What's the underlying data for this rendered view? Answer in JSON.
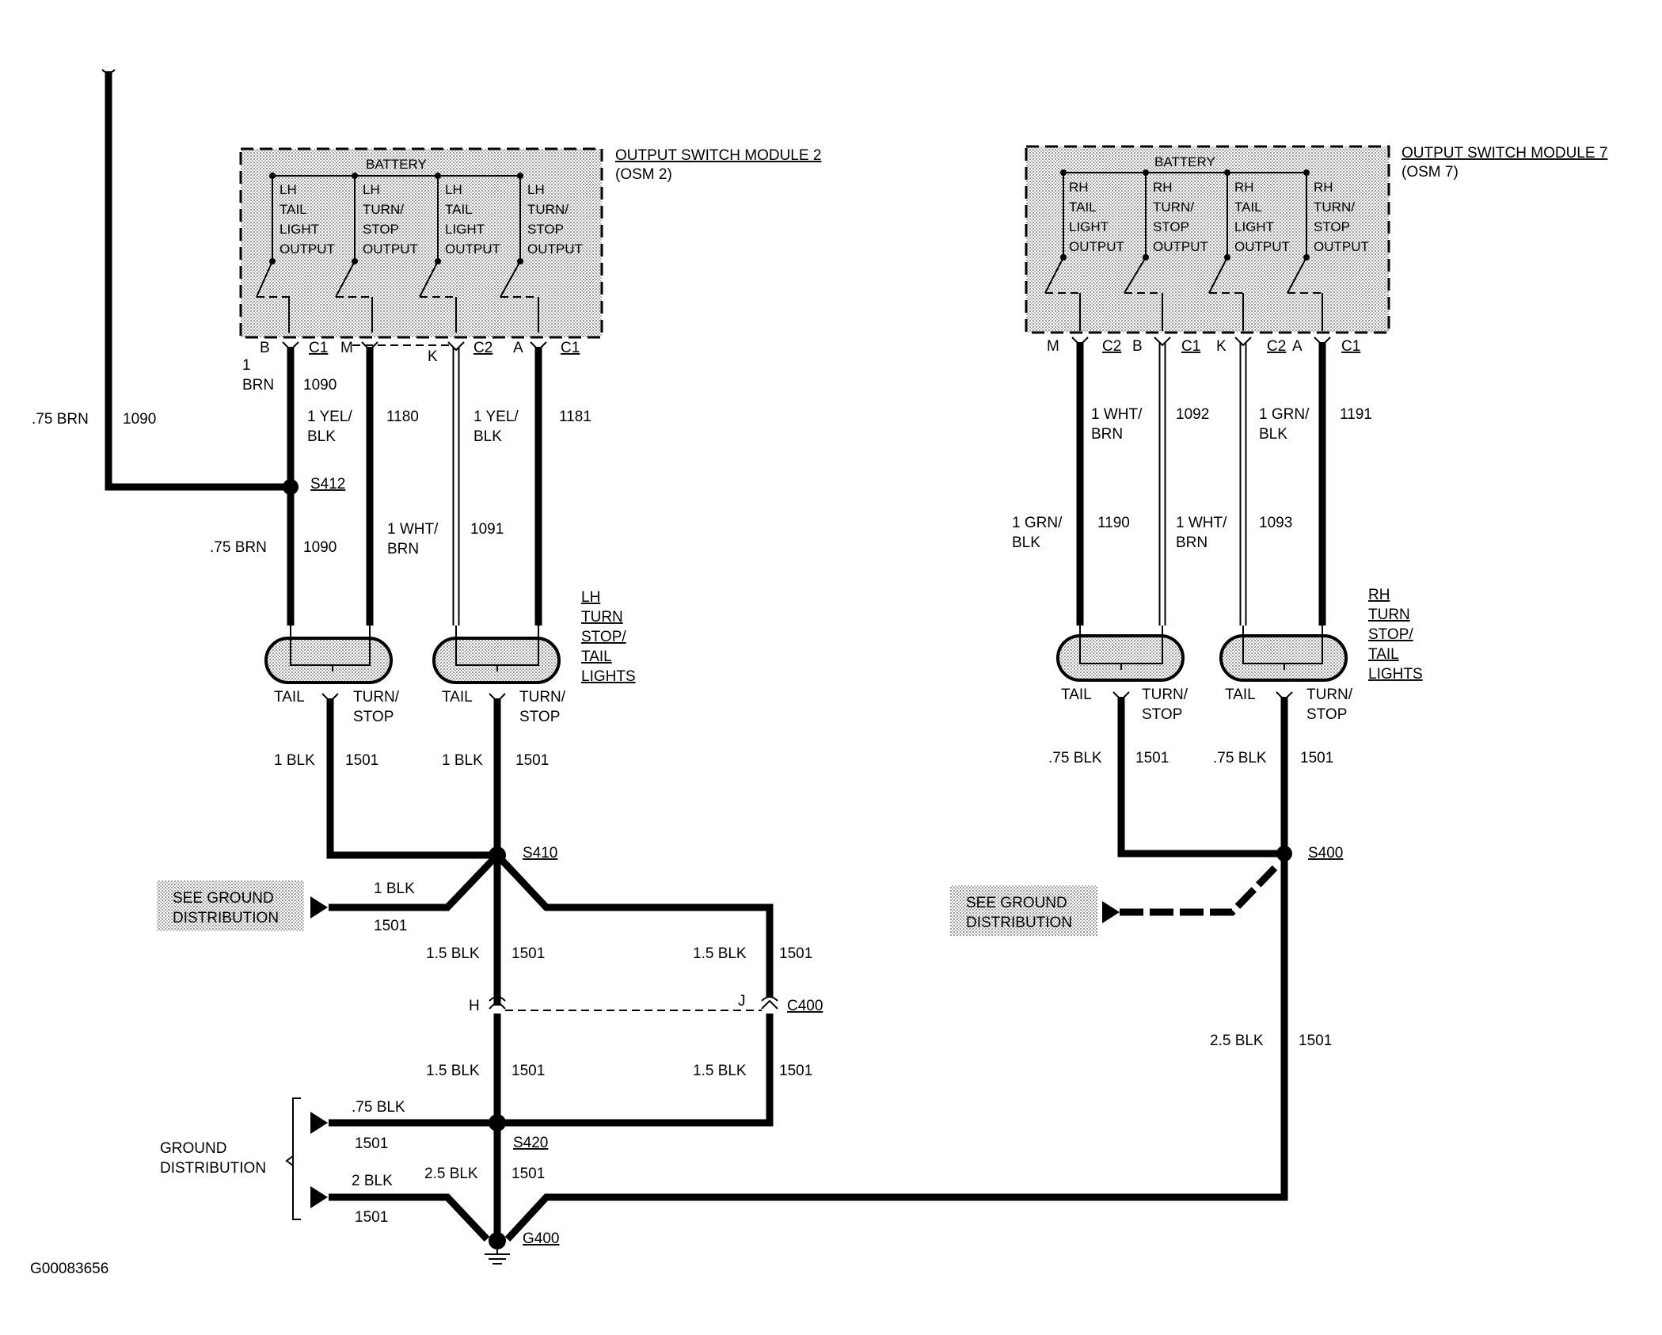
{
  "figure_id": "G00083656",
  "osm_left": {
    "title": "OUTPUT SWITCH  MODULE 2",
    "subtitle": "(OSM 2)",
    "battery": "BATTERY",
    "outputs": [
      [
        "LH",
        "TAIL",
        "LIGHT",
        "OUTPUT"
      ],
      [
        "LH",
        "TURN/",
        "STOP",
        "OUTPUT"
      ],
      [
        "LH",
        "TAIL",
        "LIGHT",
        "OUTPUT"
      ],
      [
        "LH",
        "TURN/",
        "STOP",
        "OUTPUT"
      ]
    ],
    "pins": [
      "B",
      "C1",
      "M",
      "K",
      "C2",
      "A",
      "C1"
    ]
  },
  "osm_right": {
    "title": "OUTPUT SWITCH  MODULE 7",
    "subtitle": "(OSM 7)",
    "battery": "BATTERY",
    "outputs": [
      [
        "RH",
        "TAIL",
        "LIGHT",
        "OUTPUT"
      ],
      [
        "RH",
        "TURN/",
        "STOP",
        "OUTPUT"
      ],
      [
        "RH",
        "TAIL",
        "LIGHT",
        "OUTPUT"
      ],
      [
        "RH",
        "TURN/",
        "STOP",
        "OUTPUT"
      ]
    ],
    "pins": [
      "M",
      "C2",
      "B",
      "C1",
      "K",
      "C2",
      "A",
      "C1"
    ]
  },
  "wires_left": {
    "w1": {
      "size": "1",
      "color": "BRN",
      "circuit": "1090"
    },
    "w_feed": {
      "size": ".75 BRN",
      "circuit": "1090"
    },
    "w_below_s412": {
      "size": ".75 BRN",
      "circuit": "1090"
    },
    "w2": {
      "size": "1 YEL/",
      "color": "BLK",
      "circuit": "1180"
    },
    "w3": {
      "size": "1 YEL/",
      "color": "BLK",
      "circuit": "1181"
    },
    "w4": {
      "size": "1 WHT/",
      "color": "BRN",
      "circuit": "1091"
    },
    "splice_s412": "S412"
  },
  "wires_right": {
    "w1": {
      "size": "1 WHT/",
      "color": "BRN",
      "circuit": "1092"
    },
    "w2": {
      "size": "1 GRN/",
      "color": "BLK",
      "circuit": "1191"
    },
    "w3": {
      "size": "1 GRN/",
      "color": "BLK",
      "circuit": "1190"
    },
    "w4": {
      "size": "1 WHT/",
      "color": "BRN",
      "circuit": "1093"
    }
  },
  "lamps_left": {
    "label": [
      "LH",
      "TURN",
      "STOP/",
      "TAIL",
      "LIGHTS"
    ],
    "tail": "TAIL",
    "turn": [
      "TURN/",
      "STOP"
    ]
  },
  "lamps_right": {
    "label": [
      "RH",
      "TURN",
      "STOP/",
      "TAIL",
      "LIGHTS"
    ],
    "tail": "TAIL",
    "turn": [
      "TURN/",
      "STOP"
    ]
  },
  "ground_left": {
    "g1": {
      "size": "1 BLK",
      "circuit": "1501"
    },
    "g2": {
      "size": "1 BLK",
      "circuit": "1501"
    },
    "s410": "S410",
    "see_ground": [
      "SEE GROUND",
      "DISTRIBUTION"
    ],
    "feed": {
      "size": "1 BLK",
      "circuit": "1501"
    },
    "h_wire_top": {
      "size": "1.5 BLK",
      "circuit": "1501"
    },
    "j_wire_top": {
      "size": "1.5 BLK",
      "circuit": "1501"
    },
    "pin_h": "H",
    "pin_j": "J",
    "c400": "C400",
    "h_wire_bot": {
      "size": "1.5 BLK",
      "circuit": "1501"
    },
    "j_wire_bot": {
      "size": "1.5 BLK",
      "circuit": "1501"
    },
    "s420": "S420",
    "gd_label": [
      "GROUND",
      "DISTRIBUTION"
    ],
    "gd1": {
      "size": ".75 BLK",
      "circuit": "1501"
    },
    "gd2": {
      "size": "2 BLK",
      "circuit": "1501"
    },
    "to_g400": {
      "size": "2.5 BLK",
      "circuit": "1501"
    },
    "g400": "G400"
  },
  "ground_right": {
    "g1": {
      "size": ".75 BLK",
      "circuit": "1501"
    },
    "g2": {
      "size": ".75 BLK",
      "circuit": "1501"
    },
    "s400": "S400",
    "see_ground": [
      "SEE GROUND",
      "DISTRIBUTION"
    ],
    "down": {
      "size": "2.5 BLK",
      "circuit": "1501"
    }
  }
}
